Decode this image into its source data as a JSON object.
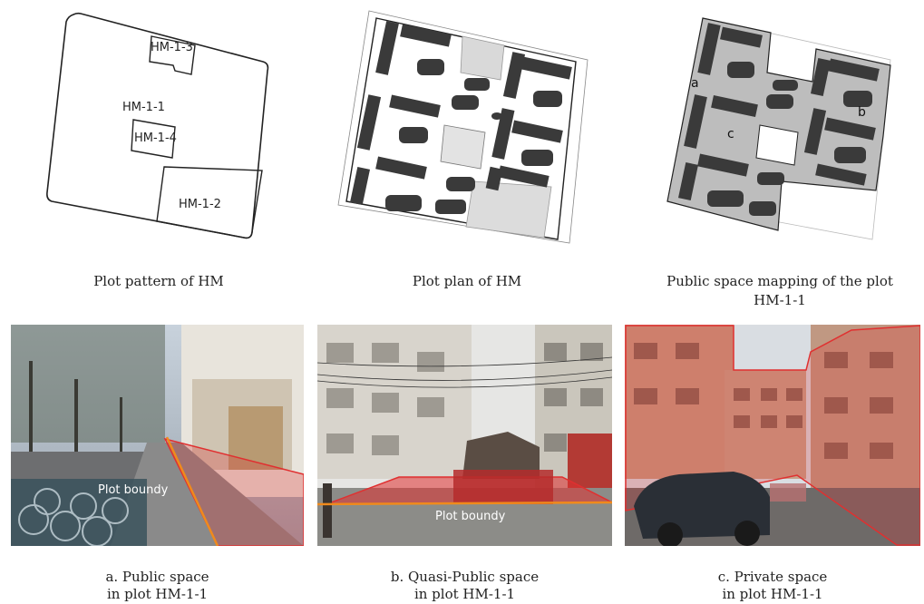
{
  "top_row": {
    "pattern": {
      "caption": "Plot pattern of HM",
      "labels": [
        "HM-1-3",
        "HM-1-1",
        "HM-1-4",
        "HM-1-2"
      ]
    },
    "plan": {
      "caption": "Plot plan of HM"
    },
    "mapping": {
      "caption_line1": "Public space mapping of the plot",
      "caption_line2": "HM-1-1",
      "markers": [
        "a",
        "b",
        "c"
      ]
    }
  },
  "bottom_row": {
    "photo_a": {
      "overlay_label": "Plot boundy",
      "caption_line1": "a. Public space",
      "caption_line2": "in plot HM-1-1"
    },
    "photo_b": {
      "overlay_label": "Plot boundy",
      "caption_line1": "b. Quasi-Public space",
      "caption_line2": "in plot HM-1-1"
    },
    "photo_c": {
      "caption_line1": "c. Private space",
      "caption_line2": "in plot HM-1-1"
    }
  },
  "colors": {
    "boundary_orange": "#f08a1c",
    "overlay_red": "#e03030",
    "building_dark": "#3a3a3a",
    "public_gray": "#bdbdbd"
  }
}
